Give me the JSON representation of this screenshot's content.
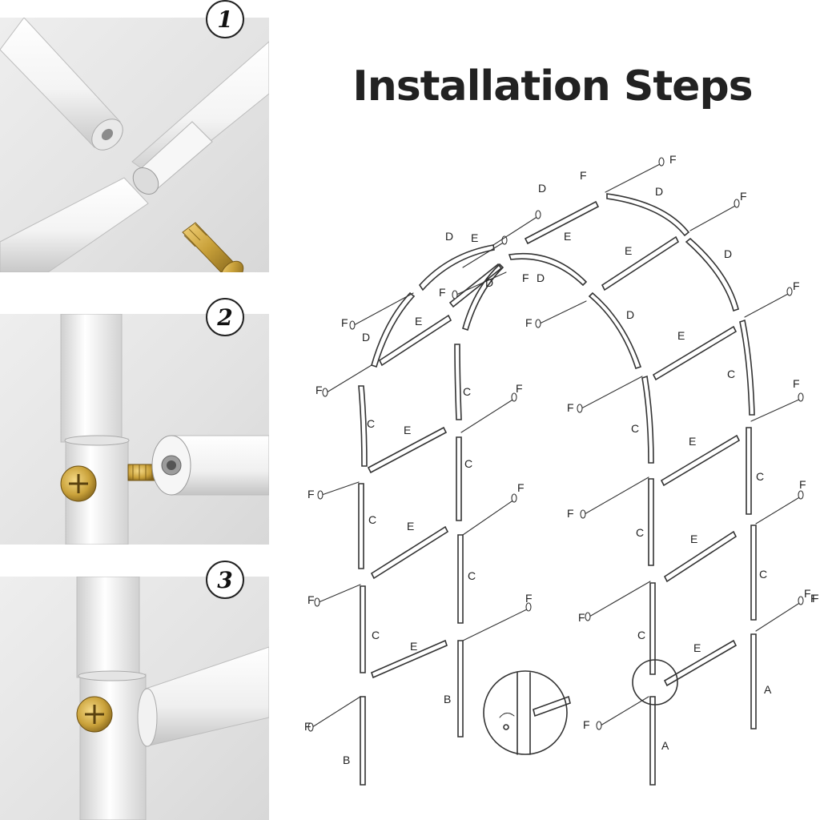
{
  "title": "Installation Steps",
  "steps": [
    {
      "number": "1"
    },
    {
      "number": "2"
    },
    {
      "number": "3"
    }
  ],
  "part_labels": {
    "a": "A",
    "b": "B",
    "c": "C",
    "d": "D",
    "e": "E",
    "f": "F"
  },
  "colors": {
    "tube": "#ffffff",
    "screw": "#c9a13a",
    "outline": "#333333",
    "panel_bg": "#e6e6e6"
  }
}
